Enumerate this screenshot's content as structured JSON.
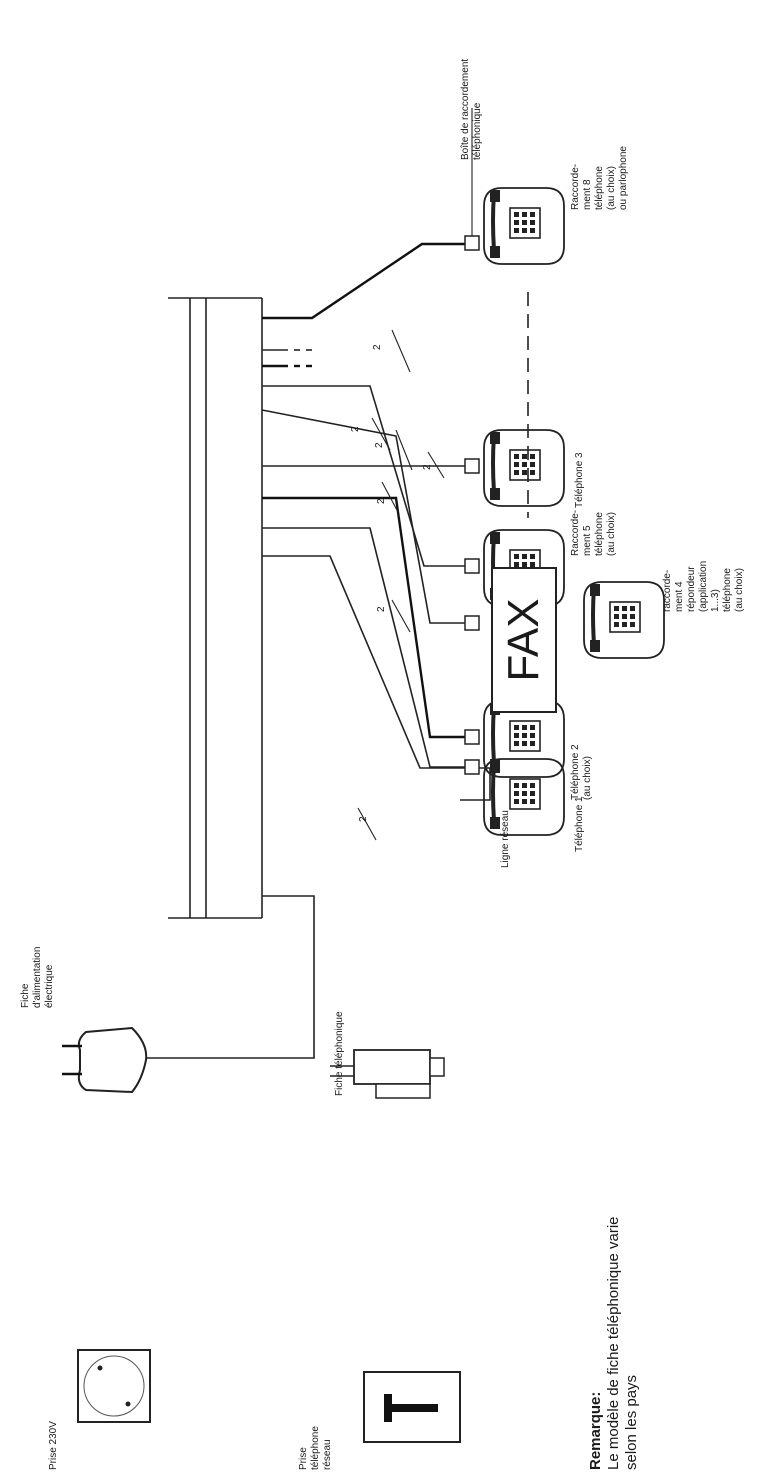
{
  "labels": {
    "junction_box": [
      "Boîte de raccordement",
      "téléphonique"
    ],
    "conn8": [
      "Raccorde-",
      "ment 8",
      "téléphone",
      "(au choix)",
      "ou parlophone"
    ],
    "conn5": [
      "Raccorde-",
      "ment 5",
      "téléphone",
      "(au choix)"
    ],
    "conn4": [
      "raccorde-",
      "ment 4",
      "répondeur",
      "(application",
      "1...3)",
      "téléphone",
      "(au choix)"
    ],
    "fax": "FAX",
    "tel3": "Téléphone 3",
    "tel2": [
      "Téléphone 2",
      "(au choix)"
    ],
    "tel1": "Téléphone 1",
    "power_plug": [
      "Fiche",
      "d'alimentation",
      "électrique"
    ],
    "outlet_230": "Prise 230V",
    "phone_plug": "Fiche téléphonique",
    "network_line": "Ligne réseau",
    "network_socket": [
      "Prise",
      "téléphone",
      "réseau"
    ],
    "remark_title": "Remarque:",
    "remark_text": [
      "Le modèle de fiche téléphonique varie",
      "selon les pays"
    ],
    "wire_count": "2"
  }
}
